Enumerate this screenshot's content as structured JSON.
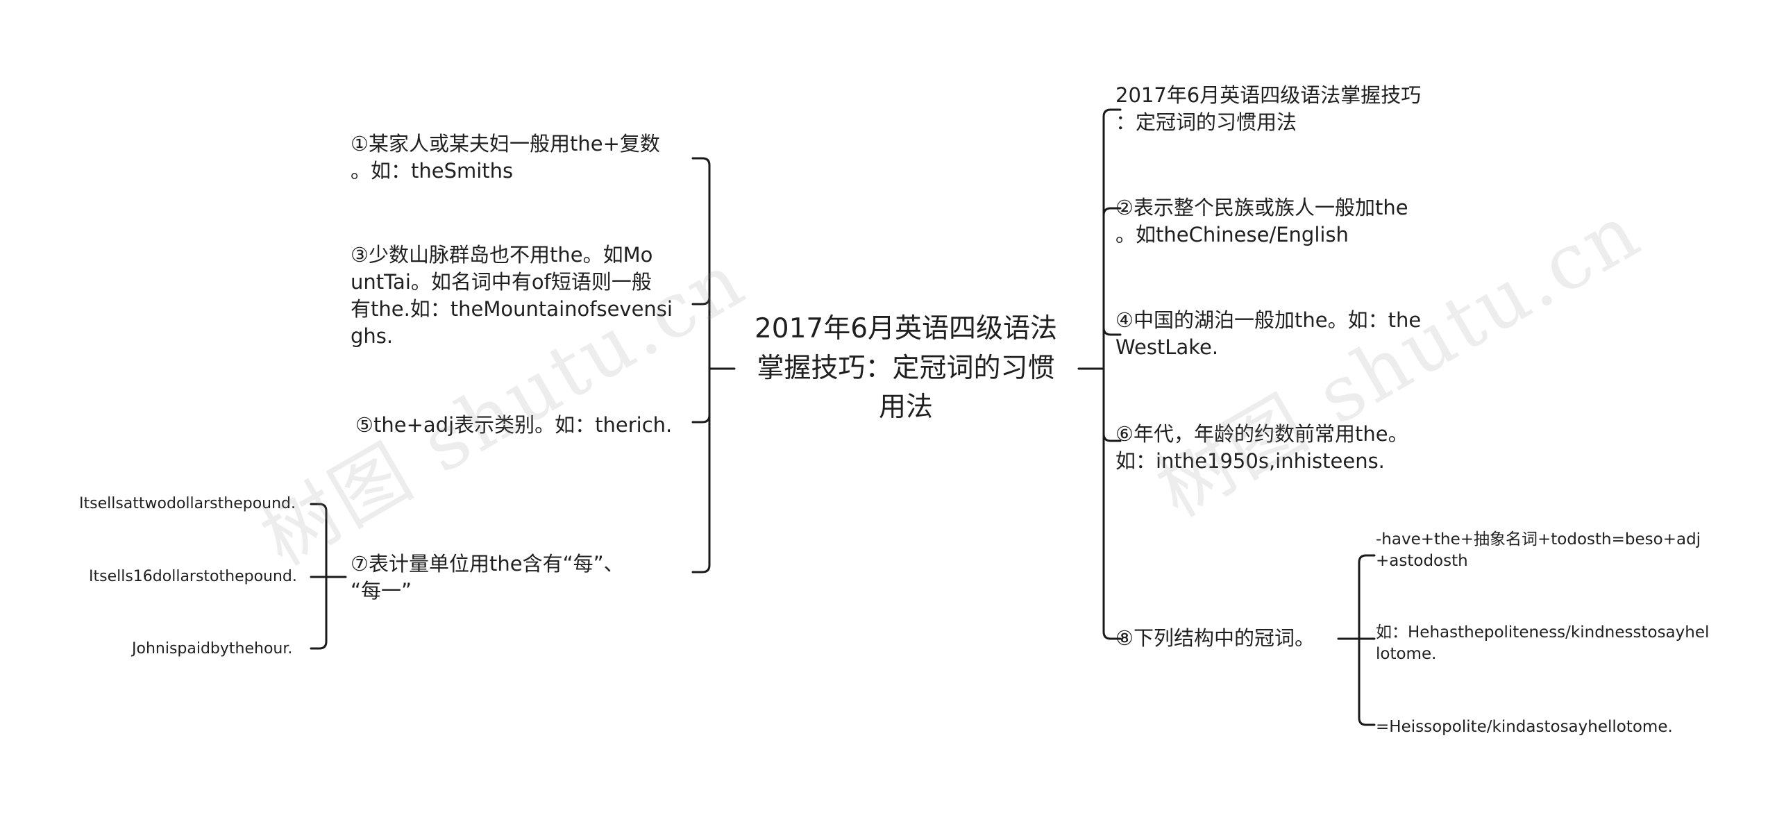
{
  "center": {
    "text": "2017年6月英语四级语法\n掌握技巧：定冠词的习惯\n用法"
  },
  "left": [
    {
      "text": "①某家人或某夫妇一般用the+复数\n。如：theSmiths"
    },
    {
      "text": "③少数山脉群岛也不用the。如Mo\nuntTai。如名词中有of短语则一般\n有the.如：theMountainofsevensi\nghs."
    },
    {
      "text": "⑤the+adj表示类别。如：therich."
    },
    {
      "text": "⑦表计量单位用the含有“每”、\n“每一”",
      "children": [
        {
          "text": "Itsellsattwodollarsthepound."
        },
        {
          "text": "Itsells16dollarstothepound."
        },
        {
          "text": "Johnispaidbythehour."
        }
      ]
    }
  ],
  "right": [
    {
      "text": "2017年6月英语四级语法掌握技巧\n：定冠词的习惯用法"
    },
    {
      "text": "②表示整个民族或族人一般加the\n。如theChinese/English"
    },
    {
      "text": "④中国的湖泊一般加the。如：the\nWestLake."
    },
    {
      "text": "⑥年代，年龄的约数前常用the。\n如：inthe1950s,inhisteens."
    },
    {
      "text": "⑧下列结构中的冠词。",
      "children": [
        {
          "text": "-have+the+抽象名词+todosth=beso+adj\n+astodosth"
        },
        {
          "text": "如：Hehasthepoliteness/kindnesstosayhel\nlotome."
        },
        {
          "text": "=Heissopolite/kindastosayhellotome."
        }
      ]
    }
  ],
  "watermark": {
    "text": "树图 shutu.cn"
  },
  "colors": {
    "line": "#1a1a1a",
    "text": "#1f1f1f",
    "watermark": "#969696"
  }
}
